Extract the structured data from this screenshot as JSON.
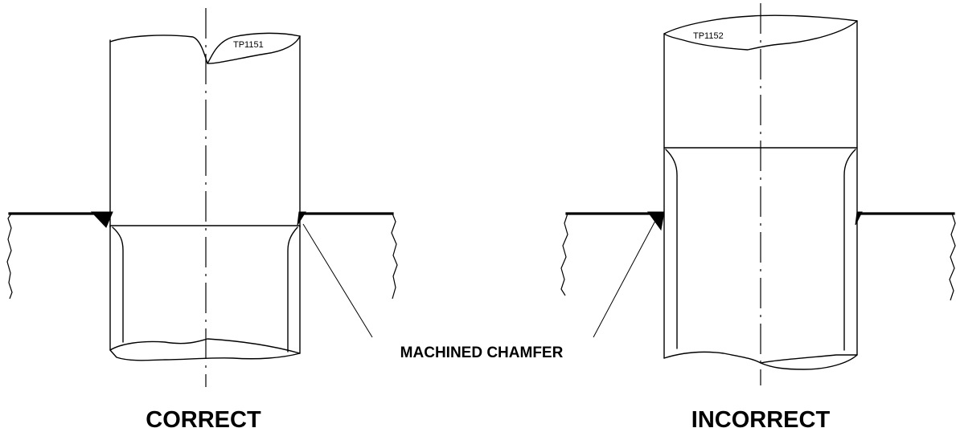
{
  "figure": {
    "left_ref": "TP1151",
    "right_ref": "TP1152",
    "callout": "MACHINED CHAMFER",
    "left_caption": "CORRECT",
    "right_caption": "INCORRECT"
  }
}
